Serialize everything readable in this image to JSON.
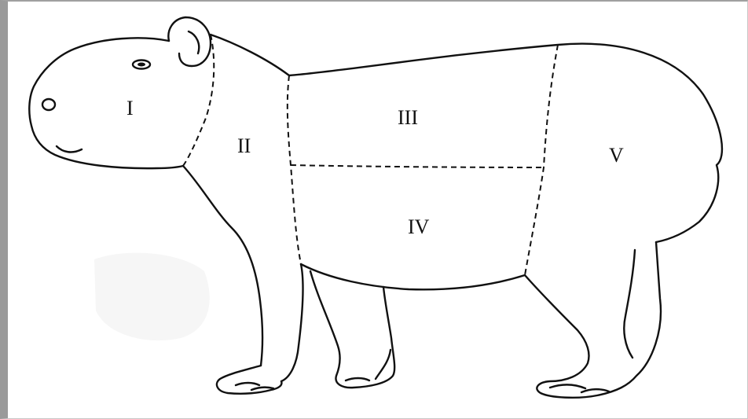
{
  "diagram": {
    "regions": [
      {
        "id": "I",
        "label": "I"
      },
      {
        "id": "II",
        "label": "II"
      },
      {
        "id": "III",
        "label": "III"
      },
      {
        "id": "IV",
        "label": "IV"
      },
      {
        "id": "V",
        "label": "V"
      }
    ]
  }
}
